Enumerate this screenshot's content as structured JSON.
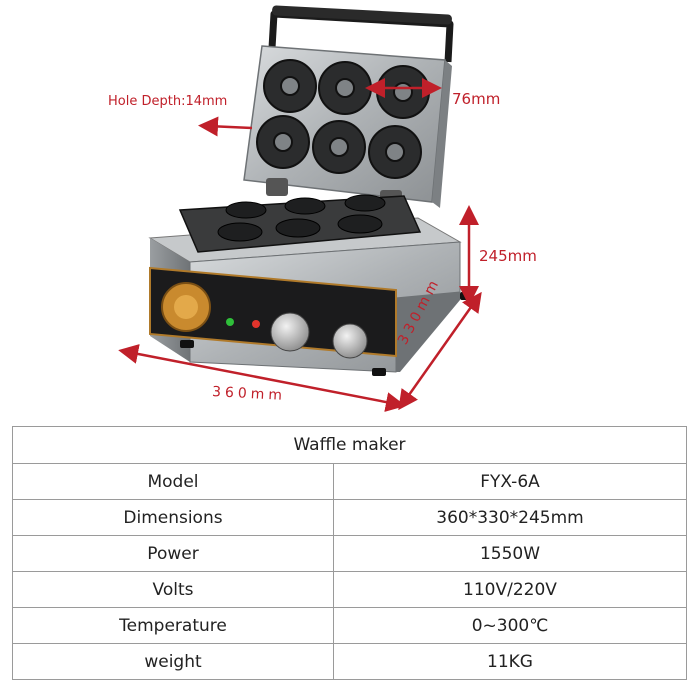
{
  "illustration": {
    "hole_depth_label": "Hole Depth:14mm",
    "hole_diameter_label": "76mm",
    "height_label": "245mm",
    "width_label": "360mm",
    "depth_label": "330mm",
    "dimension_color": "#c0202a"
  },
  "table": {
    "title": "Waffle maker",
    "rows": [
      {
        "label": "Model",
        "value": "FYX-6A"
      },
      {
        "label": "Dimensions",
        "value": "360*330*245mm"
      },
      {
        "label": "Power",
        "value": "1550W"
      },
      {
        "label": "Volts",
        "value": "110V/220V"
      },
      {
        "label": "Temperature",
        "value": "0~300℃"
      },
      {
        "label": "weight",
        "value": "11KG"
      }
    ]
  }
}
